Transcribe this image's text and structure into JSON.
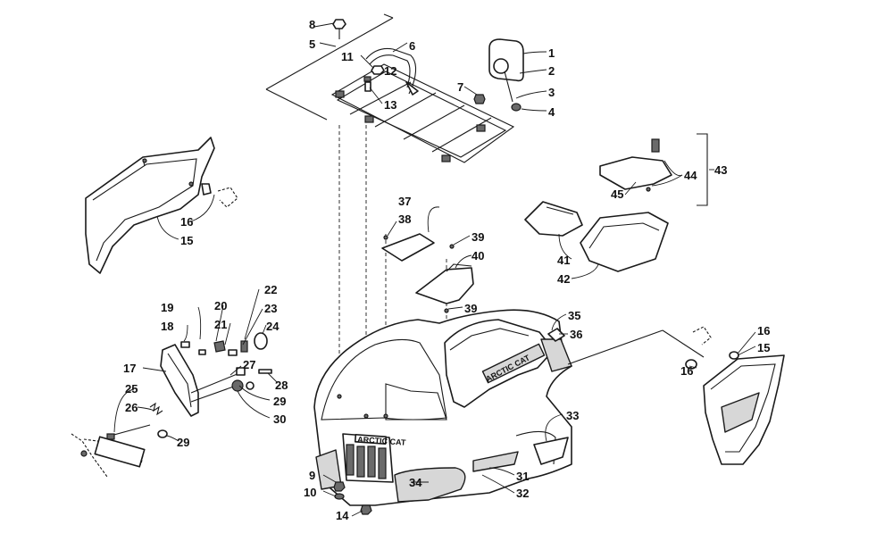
{
  "diagram": {
    "callouts": {
      "c1": "1",
      "c2": "2",
      "c3": "3",
      "c4": "4",
      "c5": "5",
      "c6": "6",
      "c7": "7",
      "c8": "8",
      "c9": "9",
      "c10": "10",
      "c11": "11",
      "c12": "12",
      "c13": "13",
      "c14": "14",
      "c15a": "15",
      "c15b": "15",
      "c16a": "16",
      "c16b": "16",
      "c16c": "16",
      "c17": "17",
      "c18": "18",
      "c19": "19",
      "c20": "20",
      "c21": "21",
      "c22": "22",
      "c23": "23",
      "c24": "24",
      "c25": "25",
      "c26": "26",
      "c27": "27",
      "c28": "28",
      "c29a": "29",
      "c29b": "29",
      "c30": "30",
      "c31": "31",
      "c32": "32",
      "c33": "33",
      "c34": "34",
      "c35": "35",
      "c36": "36",
      "c37": "37",
      "c38": "38",
      "c39a": "39",
      "c39b": "39",
      "c40": "40",
      "c41": "41",
      "c42": "42",
      "c43": "43",
      "c44": "44",
      "c45": "45"
    },
    "decals": {
      "hood_logo": "ARCTIC CAT",
      "grille_badge": "ARCTIC CAT"
    }
  }
}
